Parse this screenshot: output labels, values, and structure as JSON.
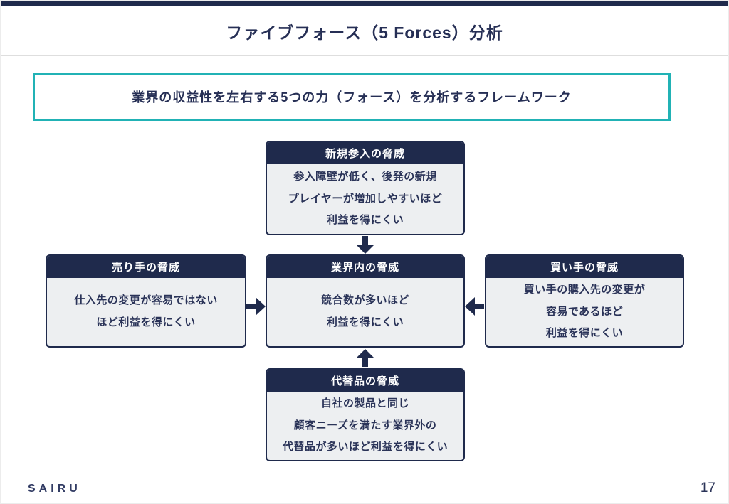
{
  "slide": {
    "title": "ファイブフォース（5 Forces）分析",
    "lead": "業界の収益性を左右する5つの力（フォース）を分析するフレームワーク",
    "footer": {
      "brand": "SAIRU",
      "page_number": "17"
    }
  },
  "colors": {
    "navy": "#1F2A4C",
    "teal_border": "#21B2B5",
    "box_body_bg": "#EDEFF1",
    "text_navy": "#262F55",
    "header_text": "#FFFFFF"
  },
  "diagram": {
    "boxes": {
      "new_entrants": {
        "title": "新規参入の脅威",
        "body": "参入障壁が低く、後発の新規\nプレイヤーが増加しやすいほど\n利益を得にくい"
      },
      "suppliers": {
        "title": "売り手の脅威",
        "body": "仕入先の変更が容易ではない\nほど利益を得にくい"
      },
      "rivalry": {
        "title": "業界内の脅威",
        "body": "競合数が多いほど\n利益を得にくい"
      },
      "buyers": {
        "title": "買い手の脅威",
        "body": "買い手の購入先の変更が\n容易であるほど\n利益を得にくい"
      },
      "substitutes": {
        "title": "代替品の脅威",
        "body": "自社の製品と同じ\n顧客ニーズを満たす業界外の\n代替品が多いほど利益を得にくい"
      }
    },
    "arrows": [
      "down",
      "right",
      "left",
      "up"
    ]
  }
}
